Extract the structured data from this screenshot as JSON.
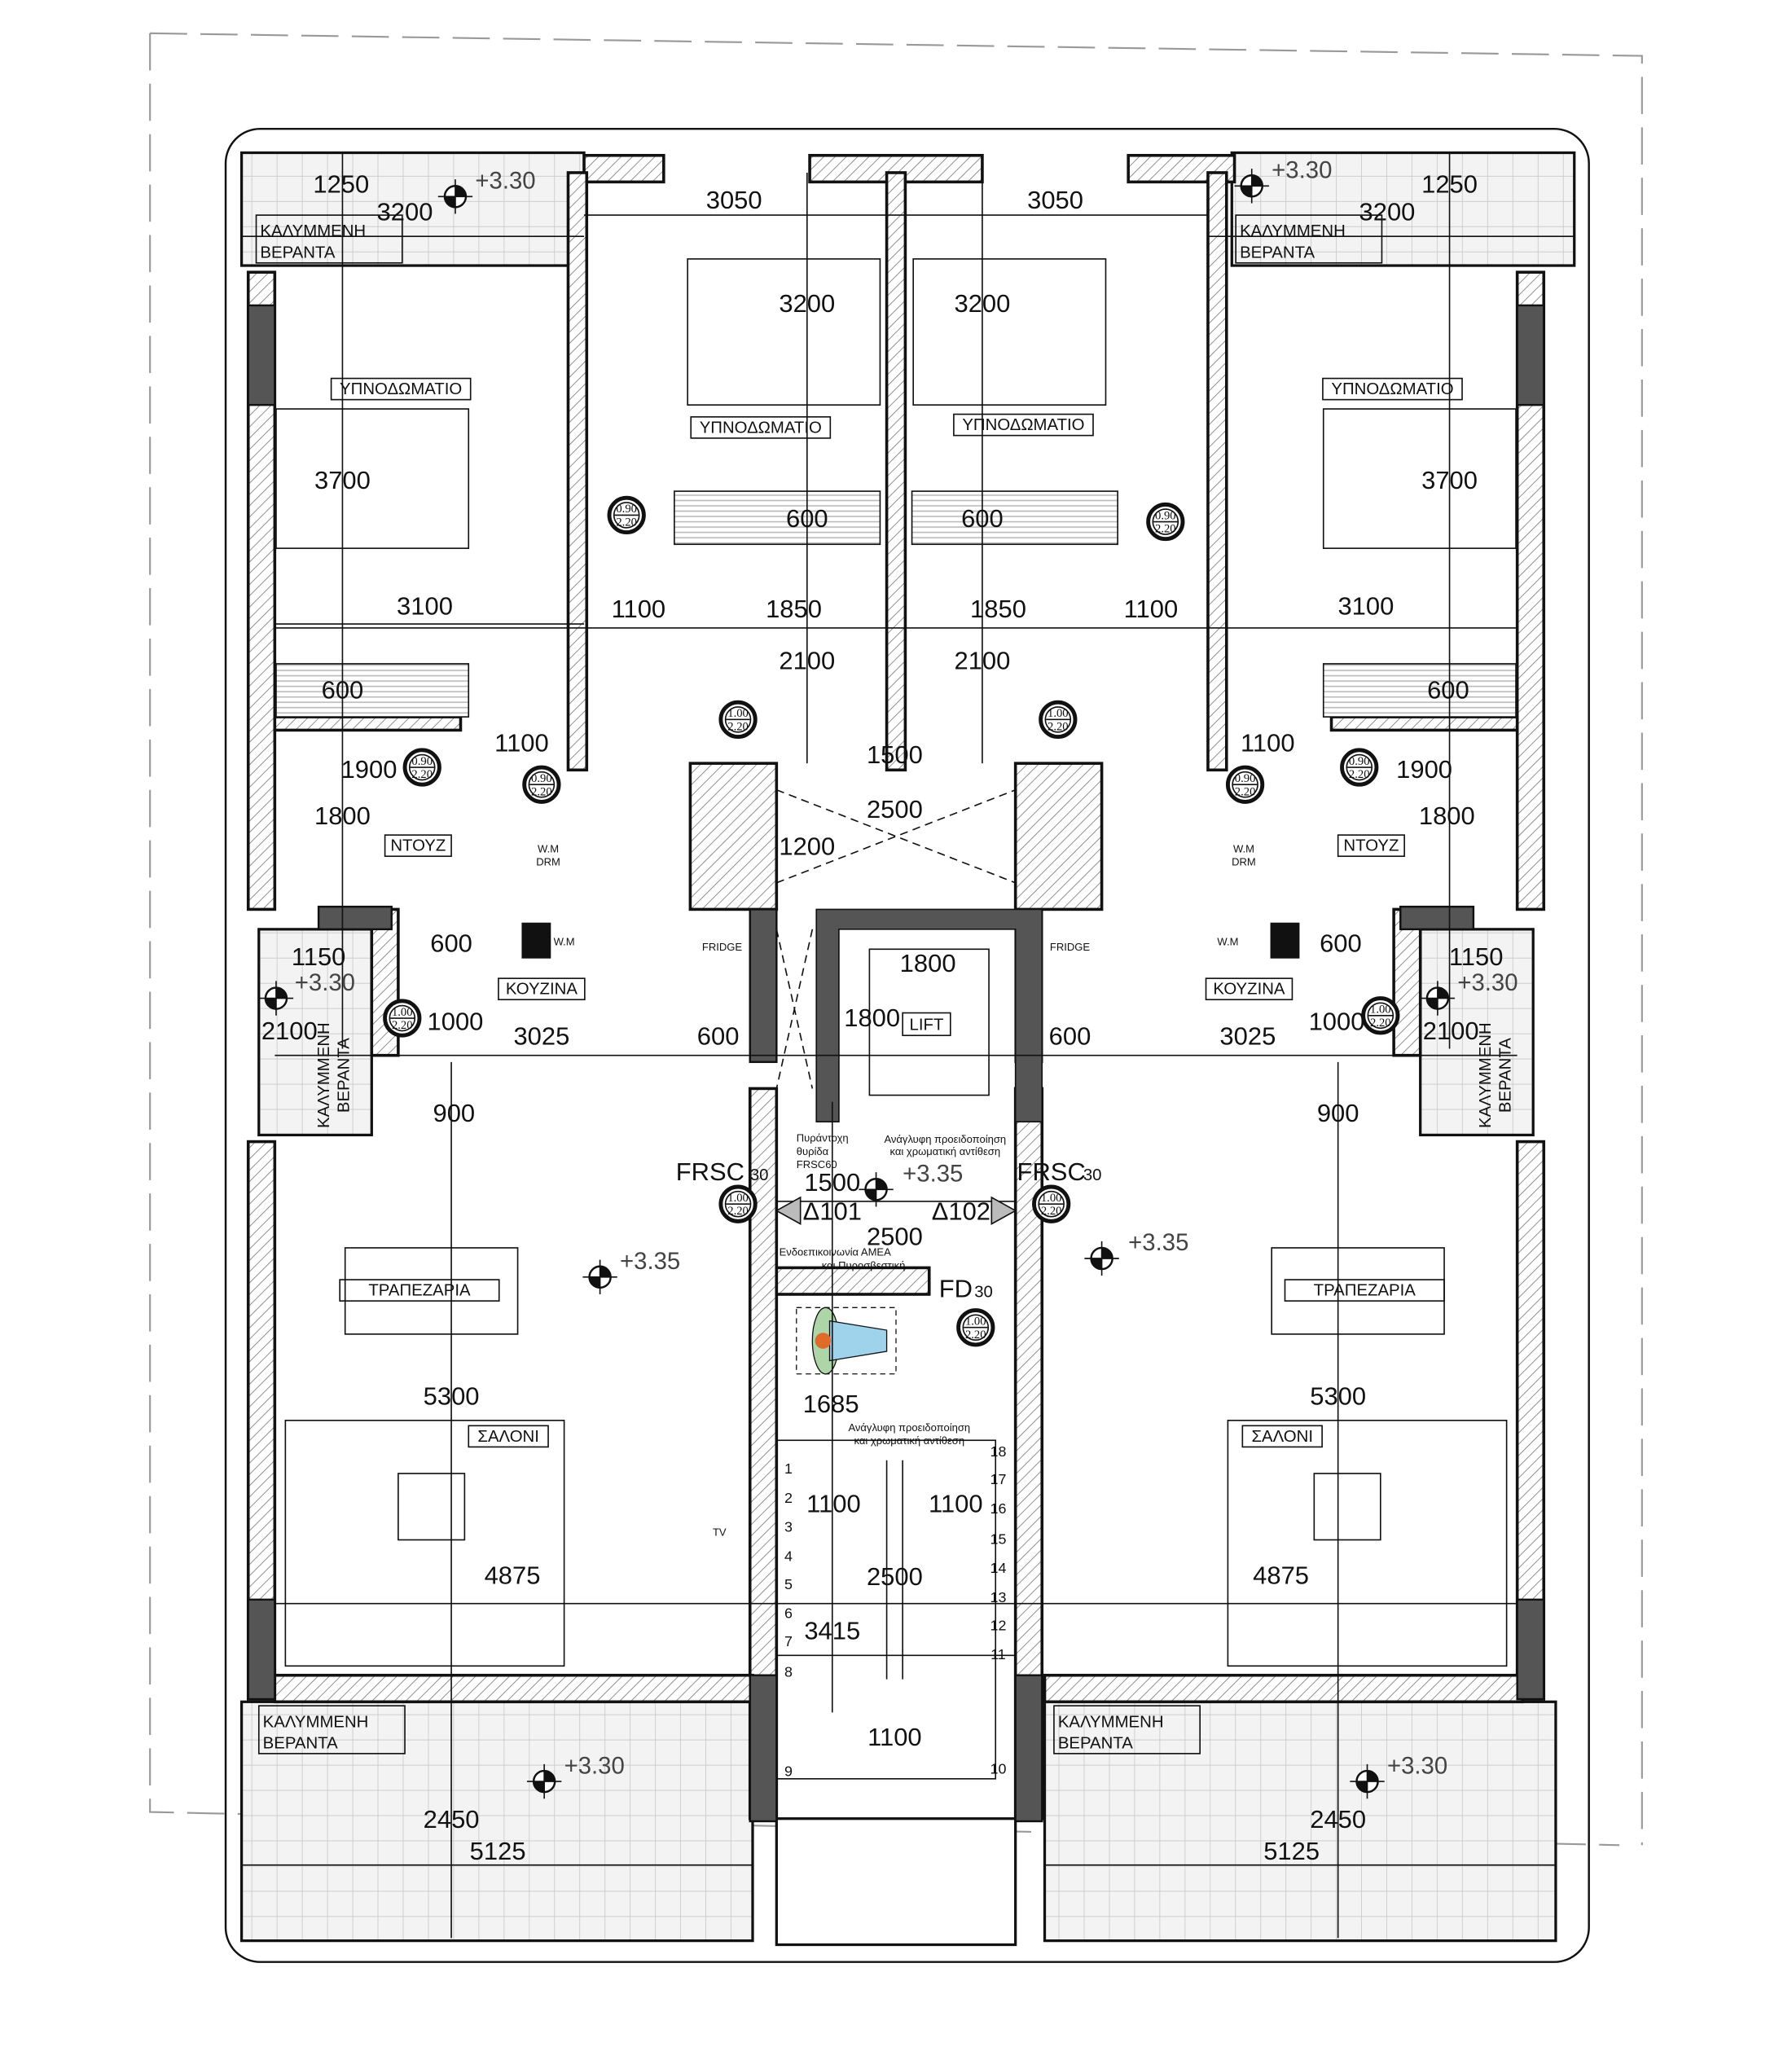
{
  "title": "Floor plan – typical floor, two apartments (Δ101, Δ102)",
  "rooms": {
    "bedroom": "ΥΠΝΟΔΩΜΑΤΙΟ",
    "veranda_1": "ΚΑΛΥΜΜΕΝΗ",
    "veranda_2": "ΒΕΡΑΝΤΑ",
    "shower": "ΝΤΟΥΖ",
    "kitchen": "ΚΟΥΖΙΝΑ",
    "dining": "ΤΡΑΠΕΖΑΡΙΑ",
    "living": "ΣΑΛΟΝΙ",
    "lift": "LIFT",
    "fridge": "FRIDGE",
    "wm": "W.M",
    "drm": "DRM",
    "tv": "TV"
  },
  "levels": {
    "veranda": "+3.30",
    "floor": "+3.35"
  },
  "apartments": {
    "left": "Δ101",
    "right": "Δ102"
  },
  "doors": {
    "d090": {
      "width": "0.90",
      "height": "2.20"
    },
    "d100": {
      "width": "1.00",
      "height": "2.20"
    },
    "frsc30": "FRSC",
    "frsc30_sub": "30",
    "fd30": "FD",
    "fd30_sub": "30"
  },
  "notes": {
    "fire_hatch_1": "Πυράντοχη",
    "fire_hatch_2": "θυρίδα",
    "fire_hatch_3": "FRSC60",
    "tactile_1": "Ανάγλυφη προειδοποίηση",
    "tactile_2": "και χρωματική αντίθεση",
    "intercom_1": "Ενδοεπικοινωνία ΑΜΕΑ",
    "intercom_2": "και Πυροσβεστική"
  },
  "dims": [
    "1250",
    "3200",
    "3050",
    "3200",
    "600",
    "1850",
    "2100",
    "1500",
    "2500",
    "1200",
    "3050",
    "3200",
    "600",
    "1850",
    "2100",
    "3700",
    "3100",
    "1100",
    "600",
    "1100",
    "1900",
    "1800",
    "600",
    "1150",
    "2100",
    "1000",
    "3025",
    "600",
    "900",
    "1800",
    "1800",
    "1500",
    "2500",
    "5300",
    "4875",
    "2450",
    "5125",
    "1685",
    "1100",
    "1100",
    "2500",
    "3415",
    "1100",
    "1250",
    "3200",
    "3700",
    "3100",
    "1100",
    "600",
    "1100",
    "1900",
    "1800",
    "600",
    "1150",
    "2100",
    "1000",
    "3025",
    "600",
    "900",
    "5300",
    "4875",
    "2450",
    "5125"
  ],
  "stair_steps": [
    "1",
    "2",
    "3",
    "4",
    "5",
    "6",
    "7",
    "8",
    "9",
    "10",
    "11",
    "12",
    "13",
    "14",
    "15",
    "16",
    "17",
    "18"
  ]
}
